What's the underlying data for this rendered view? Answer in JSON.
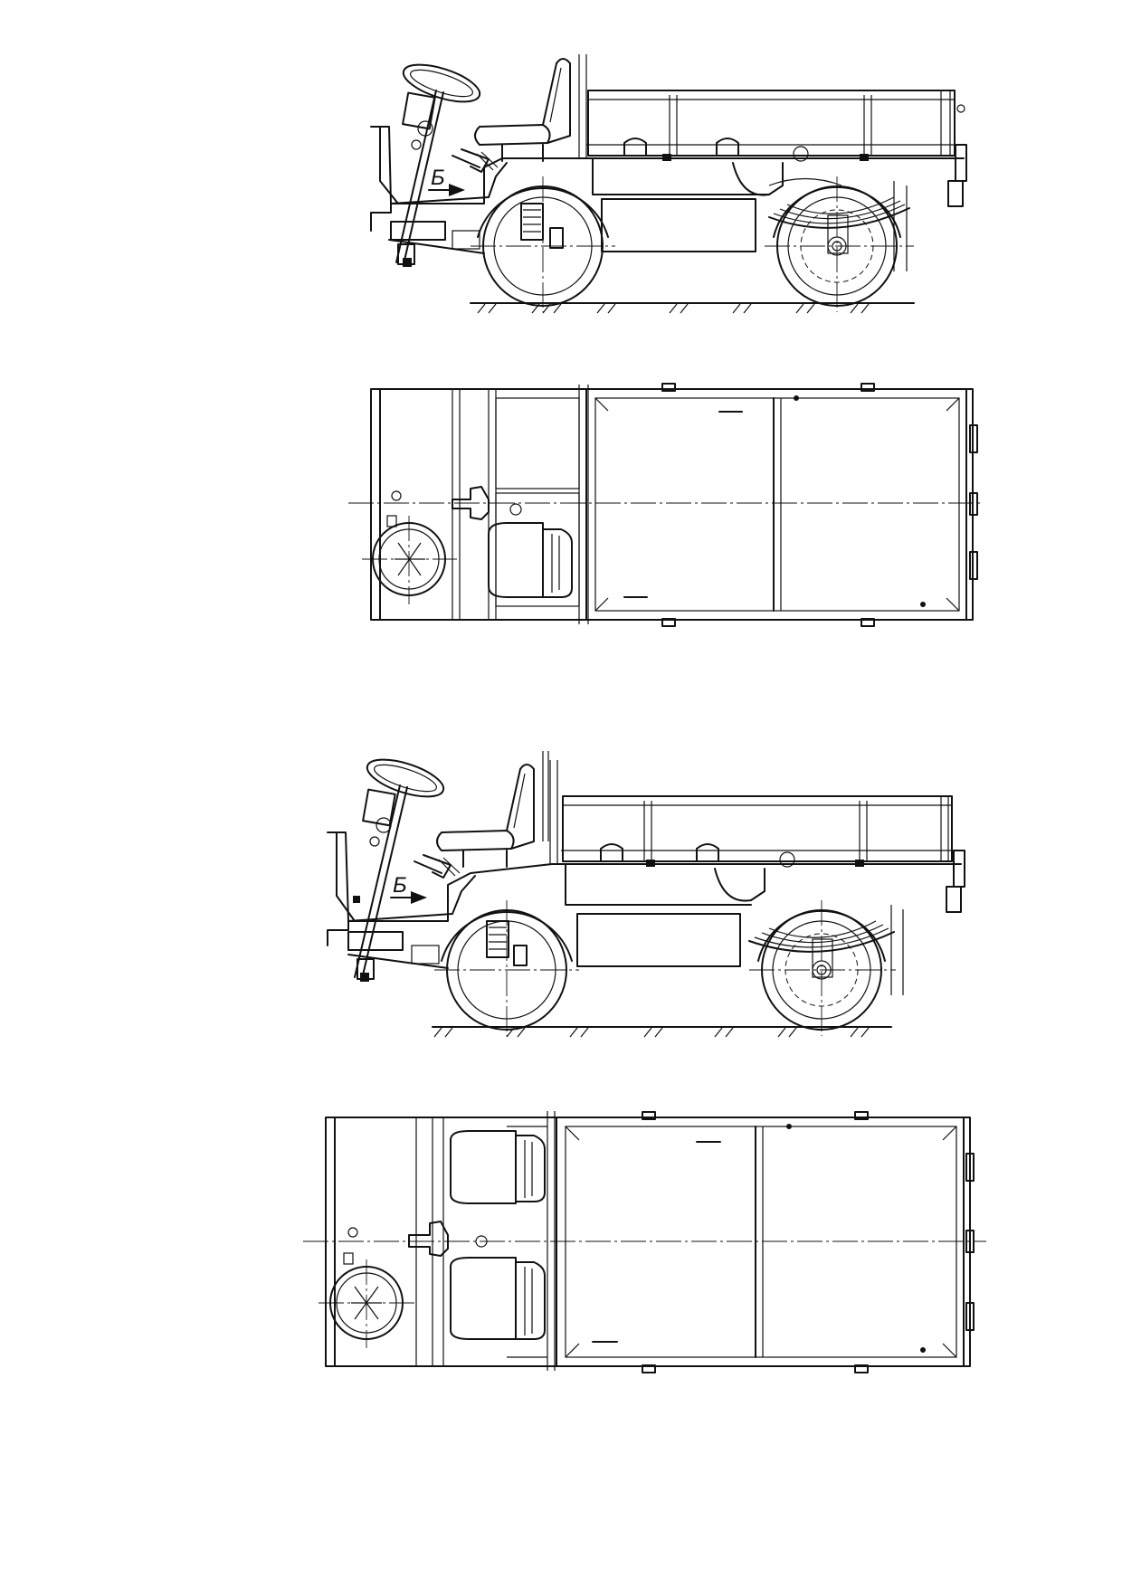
{
  "views": [
    {
      "id": "side-view-1",
      "label": "Б"
    },
    {
      "id": "plan-view-1"
    },
    {
      "id": "side-view-2",
      "label": "Б"
    },
    {
      "id": "plan-view-2"
    }
  ]
}
